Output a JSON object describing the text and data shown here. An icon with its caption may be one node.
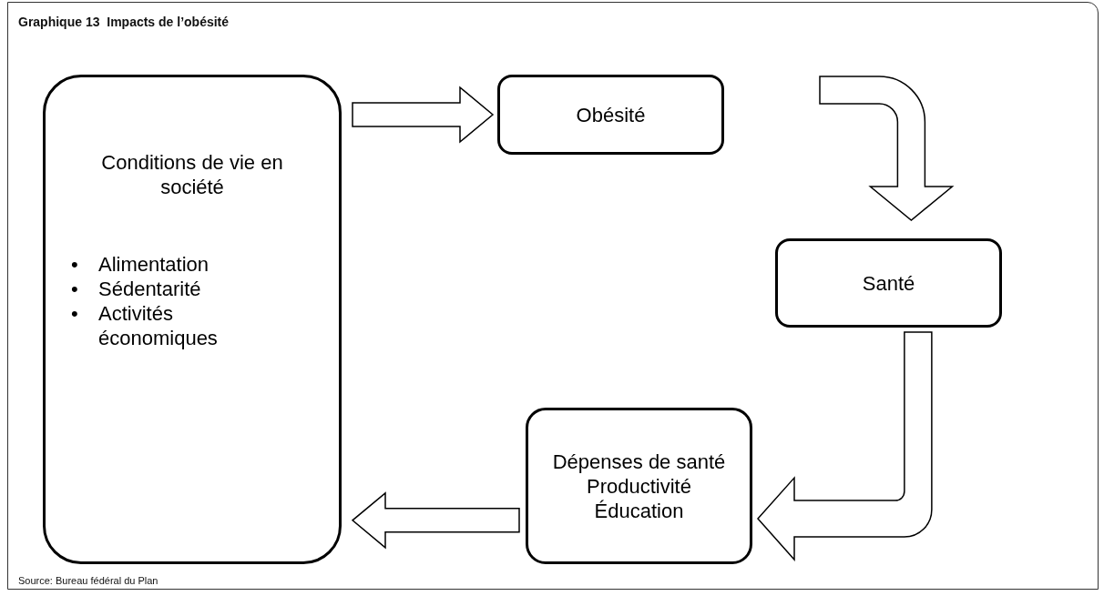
{
  "diagram": {
    "title": "Graphique 13  Impacts de l’obésité",
    "nodes": [
      {
        "text": [
          "Conditions de vie en société",
          "•",
          "Alimentation",
          "•",
          "Sédentarité",
          "•",
          "Activités économiques"
        ]
      },
      {
        "text": [
          "Obésité"
        ]
      },
      {
        "text": [
          "Santé"
        ]
      },
      {
        "text": [
          "Dépenses de santé",
          "Productivité",
          "Éducation"
        ]
      }
    ],
    "edges": [
      {
        "from": 0,
        "to": 1,
        "arrow": "to"
      },
      {
        "from": 1,
        "to": 2,
        "arrow": "to"
      },
      {
        "from": 2,
        "to": 3,
        "arrow": "to"
      },
      {
        "from": 3,
        "to": 0,
        "arrow": "to"
      }
    ],
    "caption": "Source: Bureau fédéral du Plan"
  }
}
